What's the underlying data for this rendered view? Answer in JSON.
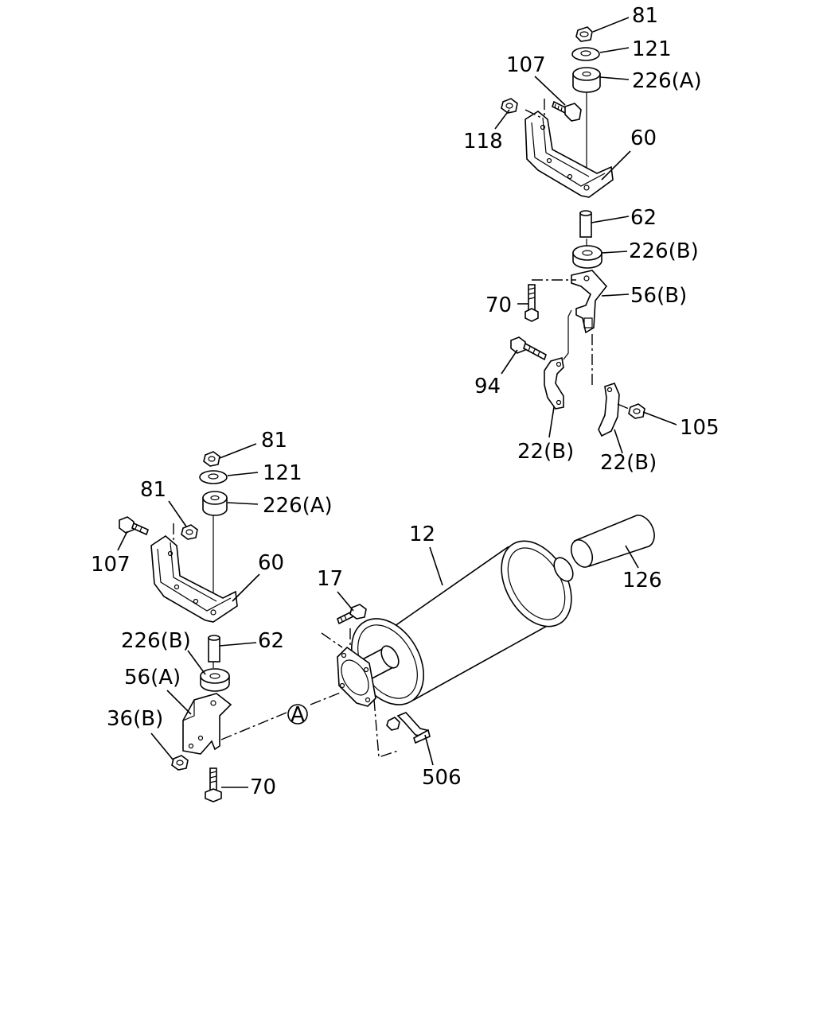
{
  "callouts": {
    "top_81": "81",
    "top_121": "121",
    "top_226a": "226(A)",
    "top_107": "107",
    "top_118": "118",
    "top_60": "60",
    "top_62": "62",
    "top_226b": "226(B)",
    "top_56b": "56(B)",
    "top_70": "70",
    "top_94": "94",
    "top_105": "105",
    "top_22b_left": "22(B)",
    "top_22b_right": "22(B)",
    "bot_81_top": "81",
    "bot_121": "121",
    "bot_226a": "226(A)",
    "bot_81_side": "81",
    "bot_107": "107",
    "bot_60": "60",
    "bot_62": "62",
    "bot_226b": "226(B)",
    "bot_56a": "56(A)",
    "bot_36b": "36(B)",
    "bot_70": "70",
    "muffler_12": "12",
    "bolt_17": "17",
    "pipe_126": "126",
    "clamp_506": "506",
    "ref_a": "A"
  }
}
